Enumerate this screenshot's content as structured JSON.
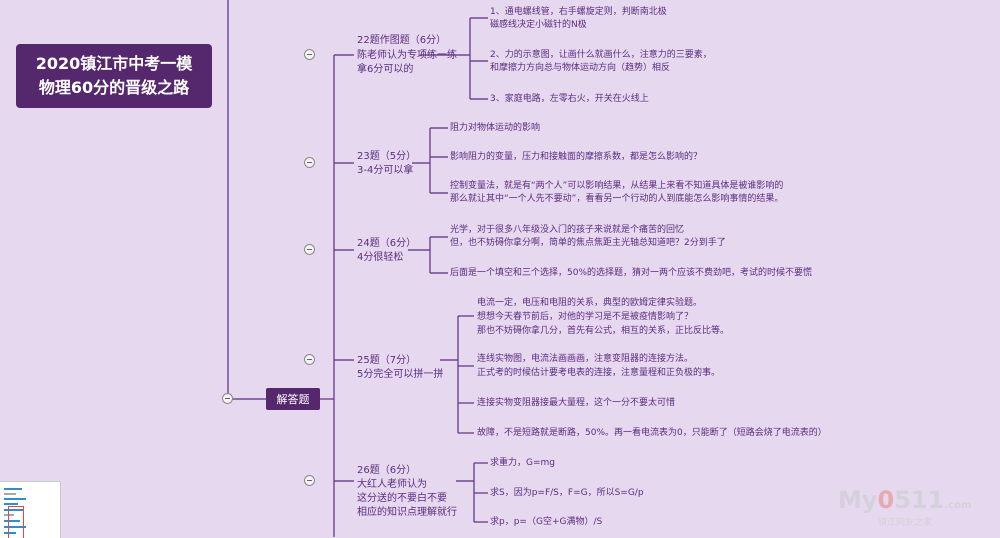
{
  "root": {
    "line1": "2020镇江市中考一模",
    "line2": "物理60分的晋级之路"
  },
  "branch": {
    "label": "解答题"
  },
  "questions": [
    {
      "title": "22题作图题（6分）",
      "subtitle": [
        "陈老师认为专项练一练",
        "拿6分可以的"
      ],
      "leaves": [
        [
          "1、通电螺线管，右手螺旋定则，判断南北极",
          "磁感线决定小磁针的N极"
        ],
        [
          "2、力的示意图，让画什么就画什么，注意力的三要素，",
          "和摩擦力方向总与物体运动方向（趋势）相反"
        ],
        [
          "3、家庭电路，左零右火，开关在火线上"
        ]
      ]
    },
    {
      "title": "23题（5分）",
      "subtitle": [
        "3-4分可以拿"
      ],
      "leaves": [
        [
          "阻力对物体运动的影响"
        ],
        [
          "影响阻力的变量，压力和接触面的摩擦系数，都是怎么影响的？"
        ],
        [
          "控制变量法，就是有“两个人”可以影响结果，从结果上来看不知道具体是被谁影响的",
          "那么就让其中“一个人先不要动”，看看另一个行动的人到底能怎么影响事情的结果。"
        ]
      ]
    },
    {
      "title": "24题（6分）",
      "subtitle": [
        "4分很轻松"
      ],
      "leaves": [
        [
          "光学，对于很多八年级没入门的孩子来说就是个痛苦的回忆",
          "但，也不妨碍你拿分啊，简单的焦点焦距主光轴总知道吧？2分到手了"
        ],
        [
          "后面是一个填空和三个选择，50%的选择题，猜对一两个应该不费劲吧，考试的时候不要慌"
        ]
      ]
    },
    {
      "title": "25题（7分）",
      "subtitle": [
        "5分完全可以拼一拼"
      ],
      "leaves": [
        [
          "电流一定，电压和电阻的关系，典型的欧姆定律实验题。",
          "想想今天春节前后，对他的学习是不是被疫情影响了？",
          "那也不妨碍你拿几分，首先有公式，相互的关系，正比反比等。"
        ],
        [
          "连线实物图，电流法画画画，注意变阻器的连接方法。",
          "正式考的时候估计要考电表的连接，注意量程和正负极的事。"
        ],
        [
          "连接实物变阻器接最大量程，这个一分不要太可惜"
        ],
        [
          "故障，不是短路就是断路，50%。再一看电流表为0，只能断了（短路会烧了电流表的）"
        ]
      ]
    },
    {
      "title": "26题（6分）",
      "subtitle": [
        "大红人老师认为",
        "这分送的不要白不要",
        "相应的知识点理解就行"
      ],
      "leaves": [
        [
          "求重力，G=mg"
        ],
        [
          "求S，因为p=F/S，F=G，所以S=G/p"
        ],
        [
          "求p，p=（G空+G满物）/S"
        ]
      ]
    }
  ],
  "watermark": {
    "logo_a": "My",
    "logo_o": "0",
    "logo_b": "511",
    "logo_tail": ".com",
    "tagline": "镇江网友之家"
  },
  "colors": {
    "background": "#e6d8ee",
    "node_fill": "#55286e",
    "line": "#5b2d82",
    "text": "#5b2d82"
  }
}
